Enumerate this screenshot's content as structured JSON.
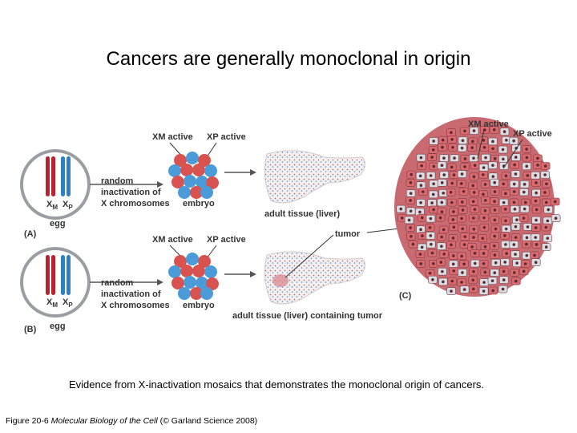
{
  "title": "Cancers are generally monoclonal in origin",
  "caption": "Evidence from X-inactivation mosaics that demonstrates the monoclonal origin of cancers.",
  "credit": {
    "prefix": "Figure 20-6",
    "book": "Molecular Biology of the Cell",
    "suffix": "(© Garland Science 2008)"
  },
  "panel_a": {
    "label": "(A)",
    "cell": "egg",
    "xm_active": "XM active",
    "xp_active": "XP active",
    "process_line1": "random",
    "process_line2": "inactivation of",
    "process_line3": "X chromosomes",
    "embryo": "embryo",
    "tissue": "adult tissue (liver)"
  },
  "panel_b": {
    "label": "(B)",
    "cell": "egg",
    "xm_active": "XM active",
    "xp_active": "XP active",
    "process_line1": "random",
    "process_line2": "inactivation of",
    "process_line3": "X chromosomes",
    "embryo": "embryo",
    "tissue": "adult tissue (liver) containing tumor",
    "tumor": "tumor"
  },
  "panel_c": {
    "label": "(C)",
    "xm_active": "XM active",
    "xp_active": "XP active"
  },
  "colors": {
    "maternal": "#b8232f",
    "paternal": "#2f7fc4",
    "tissue_red": "#d96b70",
    "tissue_gray": "#d8dde3"
  }
}
